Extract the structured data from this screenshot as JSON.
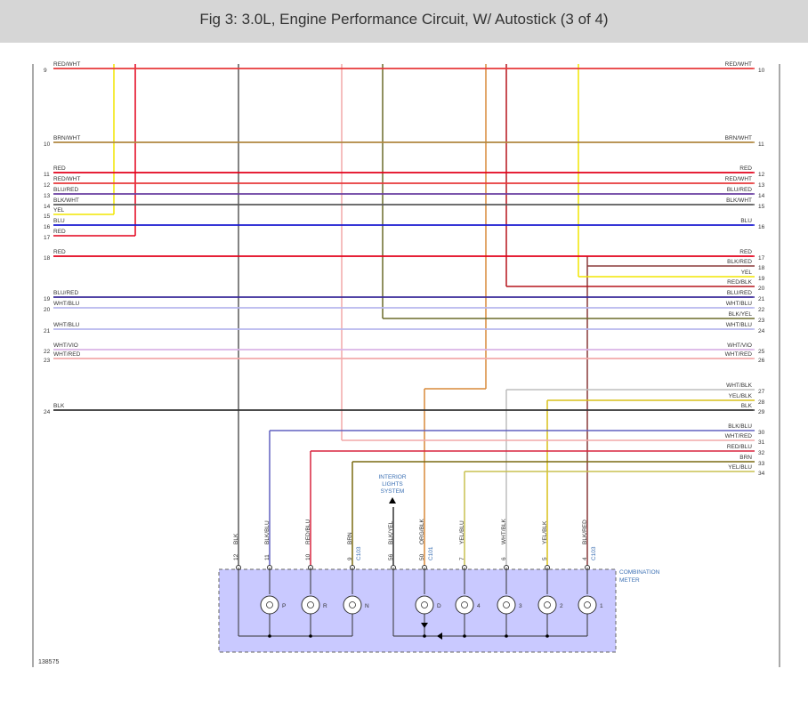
{
  "header": {
    "title": "Fig 3: 3.0L, Engine Performance Circuit, W/ Autostick (3 of 4)"
  },
  "diagram": {
    "figure_number": "138575",
    "left_wires": [
      {
        "pin": "9",
        "label": "RED/WHT",
        "color": "#e8393a"
      },
      {
        "pin": "10",
        "label": "BRN/WHT",
        "color": "#b08840"
      },
      {
        "pin": "11",
        "label": "RED",
        "color": "#e3001b"
      },
      {
        "pin": "12",
        "label": "RED/WHT",
        "color": "#e8393a"
      },
      {
        "pin": "13",
        "label": "BLU/RED",
        "color": "#6a3fa0"
      },
      {
        "pin": "14",
        "label": "BLK/WHT",
        "color": "#5a5a5a"
      },
      {
        "pin": "15",
        "label": "YEL",
        "color": "#f2e600"
      },
      {
        "pin": "16",
        "label": "BLU",
        "color": "#1a1ad0"
      },
      {
        "pin": "17",
        "label": "RED",
        "color": "#e3001b"
      },
      {
        "pin": "18",
        "label": "RED",
        "color": "#e3001b"
      },
      {
        "pin": "19",
        "label": "BLU/RED",
        "color": "#3a2a9a"
      },
      {
        "pin": "20",
        "label": "WHT/BLU",
        "color": "#b7b7ee"
      },
      {
        "pin": "21",
        "label": "WHT/BLU",
        "color": "#b7b7ee"
      },
      {
        "pin": "22",
        "label": "WHT/VIO",
        "color": "#d9b4e6"
      },
      {
        "pin": "23",
        "label": "WHT/RED",
        "color": "#f2a9a9"
      },
      {
        "pin": "24",
        "label": "BLK",
        "color": "#333333"
      }
    ],
    "right_wires": [
      {
        "pin": "10",
        "label": "RED/WHT",
        "color": "#e8393a"
      },
      {
        "pin": "11",
        "label": "BRN/WHT",
        "color": "#b08840"
      },
      {
        "pin": "12",
        "label": "RED",
        "color": "#e3001b"
      },
      {
        "pin": "13",
        "label": "RED/WHT",
        "color": "#e8393a"
      },
      {
        "pin": "14",
        "label": "BLU/RED",
        "color": "#6a3fa0"
      },
      {
        "pin": "15",
        "label": "BLK/WHT",
        "color": "#5a5a5a"
      },
      {
        "pin": "16",
        "label": "BLU",
        "color": "#1a1ad0"
      },
      {
        "pin": "17",
        "label": "RED",
        "color": "#e3001b"
      },
      {
        "pin": "18",
        "label": "BLK/RED",
        "color": "#8a3a3a"
      },
      {
        "pin": "19",
        "label": "YEL",
        "color": "#f2e600"
      },
      {
        "pin": "20",
        "label": "RED/BLK",
        "color": "#b5151d"
      },
      {
        "pin": "21",
        "label": "BLU/RED",
        "color": "#3a2a9a"
      },
      {
        "pin": "22",
        "label": "WHT/BLU",
        "color": "#b7b7ee"
      },
      {
        "pin": "23",
        "label": "BLK/YEL",
        "color": "#6b6b2a"
      },
      {
        "pin": "24",
        "label": "WHT/BLU",
        "color": "#b7b7ee"
      },
      {
        "pin": "25",
        "label": "WHT/VIO",
        "color": "#d9b4e6"
      },
      {
        "pin": "26",
        "label": "WHT/RED",
        "color": "#f2a9a9"
      },
      {
        "pin": "27",
        "label": "WHT/BLK",
        "color": "#bdbdbd"
      },
      {
        "pin": "28",
        "label": "YEL/BLK",
        "color": "#d8c01a"
      },
      {
        "pin": "29",
        "label": "BLK",
        "color": "#333333"
      },
      {
        "pin": "30",
        "label": "BLK/BLU",
        "color": "#6060c0"
      },
      {
        "pin": "31",
        "label": "WHT/RED",
        "color": "#f2a9a9"
      },
      {
        "pin": "32",
        "label": "RED/BLU",
        "color": "#d9243f"
      },
      {
        "pin": "33",
        "label": "BRN",
        "color": "#7a6a10"
      },
      {
        "pin": "34",
        "label": "YEL/BLU",
        "color": "#c8c050"
      }
    ],
    "meter": {
      "label_line1": "COMBINATION",
      "label_line2": "METER",
      "fill": "#c9c9ff",
      "pins": [
        {
          "pin": "12",
          "wire": "BLK",
          "connector": ""
        },
        {
          "pin": "11",
          "wire": "BLK/BLU",
          "connector": ""
        },
        {
          "pin": "10",
          "wire": "RED/BLU",
          "connector": ""
        },
        {
          "pin": "9",
          "wire": "BRN",
          "connector": "C103"
        },
        {
          "pin": "56",
          "wire": "BLK/YEL",
          "connector": ""
        },
        {
          "pin": "50",
          "wire": "ORG/BLK",
          "connector": "C101"
        },
        {
          "pin": "7",
          "wire": "YEL/BLU",
          "connector": ""
        },
        {
          "pin": "6",
          "wire": "WHT/BLK",
          "connector": ""
        },
        {
          "pin": "5",
          "wire": "YEL/BLK",
          "connector": ""
        },
        {
          "pin": "4",
          "wire": "BLK/RED",
          "connector": "C103"
        }
      ],
      "lamps": [
        "P",
        "R",
        "N",
        "D",
        "4",
        "3",
        "2",
        "1"
      ]
    },
    "interior_lights": {
      "line1": "INTERIOR",
      "line2": "LIGHTS",
      "line3": "SYSTEM"
    },
    "colors": {
      "frame": "#555555",
      "connector_label": "#3a6fb3"
    }
  }
}
